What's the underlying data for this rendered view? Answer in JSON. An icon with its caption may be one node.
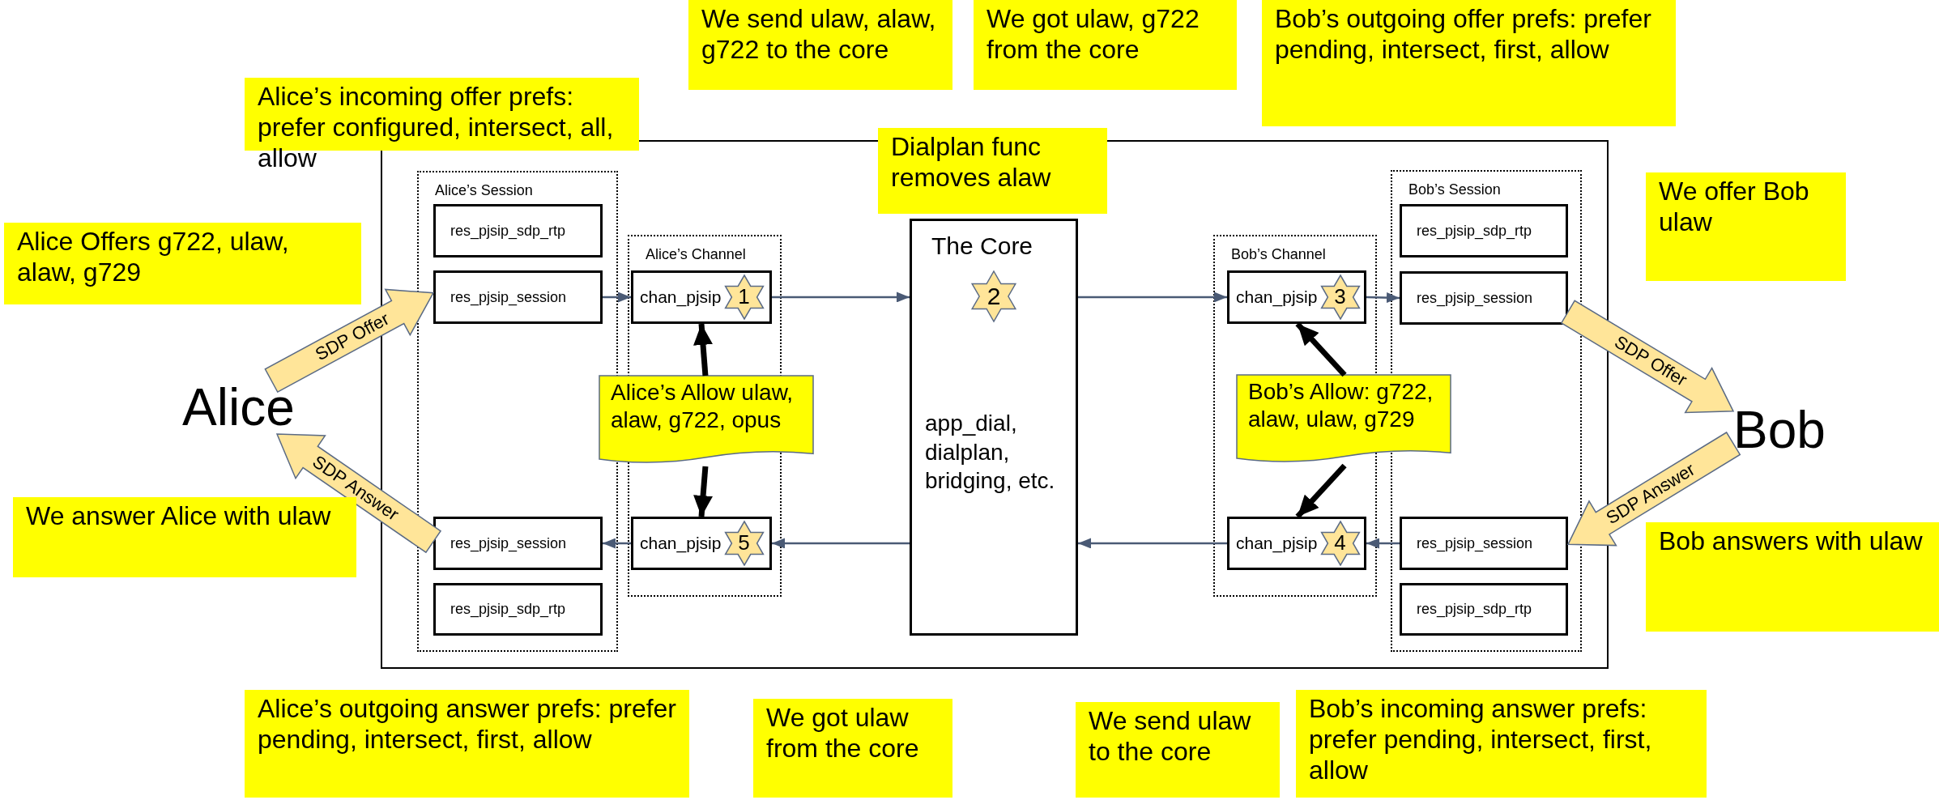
{
  "diagram": {
    "nodes": [
      {
        "text": [
          "Alice’s incoming offer prefs: prefer configured, intersect, all, allow"
        ]
      },
      {
        "text": [
          "We send ulaw, alaw, g722 to the core"
        ]
      },
      {
        "text": [
          "We got ulaw, g722 from the core"
        ]
      },
      {
        "text": [
          "Bob’s outgoing offer prefs: prefer pending, intersect, first, allow"
        ]
      },
      {
        "text": [],
        "shape": "box"
      },
      {
        "text": [
          "Alice’s Session"
        ],
        "in": 4
      },
      {
        "text": [
          "res_pjsip_sdp_rtp"
        ],
        "in": 5
      },
      {
        "text": [
          "res_pjsip_session"
        ],
        "in": 5
      },
      {
        "text": [
          "res_pjsip_session"
        ],
        "in": 5
      },
      {
        "text": [
          "res_pjsip_sdp_rtp"
        ],
        "in": 5
      },
      {
        "text": [
          "Alice’s Channel"
        ],
        "in": 4
      },
      {
        "text": [
          "chan_pjsip"
        ],
        "in": 10
      },
      {
        "text": [
          "1"
        ],
        "in": 11
      },
      {
        "text": [
          "chan_pjsip"
        ],
        "in": 10
      },
      {
        "text": [
          "5"
        ],
        "in": 13
      },
      {
        "text": [
          "Alice’s Allow ulaw, alaw, g722, opus"
        ],
        "in": 4
      },
      {
        "text": [
          "The Core",
          "app_dial, dialplan, bridging, etc."
        ],
        "in": 4
      },
      {
        "text": [
          "2"
        ],
        "in": 16
      },
      {
        "text": [
          "Dialplan func removes alaw"
        ]
      },
      {
        "text": [
          "Bob’s Channel"
        ],
        "in": 4
      },
      {
        "text": [
          "chan_pjsip"
        ],
        "in": 19
      },
      {
        "text": [
          "3"
        ],
        "in": 20
      },
      {
        "text": [
          "chan_pjsip"
        ],
        "in": 19
      },
      {
        "text": [
          "4"
        ],
        "in": 22
      },
      {
        "text": [
          "Bob’s Allow: g722, alaw, ulaw, g729"
        ],
        "in": 4
      },
      {
        "text": [
          "Bob’s Session"
        ],
        "in": 4
      },
      {
        "text": [
          "res_pjsip_sdp_rtp"
        ],
        "in": 25
      },
      {
        "text": [
          "res_pjsip_session"
        ],
        "in": 25
      },
      {
        "text": [
          "res_pjsip_session"
        ],
        "in": 25
      },
      {
        "text": [
          "res_pjsip_sdp_rtp"
        ],
        "in": 25
      },
      {
        "text": [
          "Alice Offers g722, ulaw, alaw, g729"
        ]
      },
      {
        "text": [
          "Alice"
        ]
      },
      {
        "text": [
          "We answer Alice with ulaw"
        ]
      },
      {
        "text": [
          "We offer Bob ulaw"
        ]
      },
      {
        "text": [
          "Bob"
        ]
      },
      {
        "text": [
          "Bob answers with ulaw"
        ]
      },
      {
        "text": [
          "Alice’s outgoing answer prefs: prefer pending, intersect, first, allow"
        ]
      },
      {
        "text": [
          "We got ulaw from the core"
        ]
      },
      {
        "text": [
          "We send ulaw to the core"
        ]
      },
      {
        "text": [
          "Bob’s incoming answer prefs: prefer pending, intersect, first, allow"
        ]
      }
    ],
    "edges": [
      {
        "from": 31,
        "to": 7,
        "arrow": "to",
        "label": "SDP Offer",
        "style": "thick",
        "color": "#ffe599"
      },
      {
        "from": 8,
        "to": 31,
        "arrow": "to",
        "label": "SDP Answer",
        "style": "thick",
        "color": "#ffe599"
      },
      {
        "from": 27,
        "to": 34,
        "arrow": "to",
        "label": "SDP Offer",
        "style": "thick",
        "color": "#ffe599"
      },
      {
        "from": 34,
        "to": 28,
        "arrow": "to",
        "label": "SDP Answer",
        "style": "thick",
        "color": "#ffe599"
      },
      {
        "from": 7,
        "to": 11,
        "arrow": "to"
      },
      {
        "from": 11,
        "to": 16,
        "arrow": "to"
      },
      {
        "from": 16,
        "to": 20,
        "arrow": "to"
      },
      {
        "from": 20,
        "to": 27,
        "arrow": "to"
      },
      {
        "from": 28,
        "to": 22,
        "arrow": "to"
      },
      {
        "from": 22,
        "to": 16,
        "arrow": "to"
      },
      {
        "from": 16,
        "to": 13,
        "arrow": "to"
      },
      {
        "from": 13,
        "to": 8,
        "arrow": "to"
      },
      {
        "from": 15,
        "to": 11,
        "arrow": "to",
        "style": "thick",
        "color": "#000000"
      },
      {
        "from": 15,
        "to": 13,
        "arrow": "to",
        "style": "thick",
        "color": "#000000"
      },
      {
        "from": 24,
        "to": 20,
        "arrow": "to",
        "style": "thick",
        "color": "#000000"
      },
      {
        "from": 24,
        "to": 22,
        "arrow": "to",
        "style": "thick",
        "color": "#000000"
      }
    ]
  }
}
